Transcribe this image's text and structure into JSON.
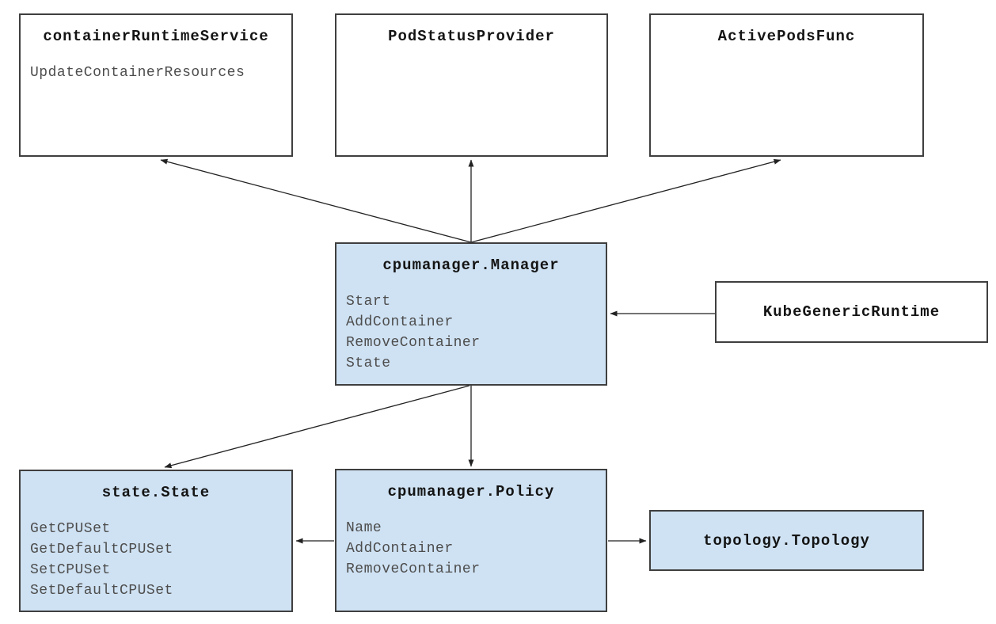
{
  "diagram": {
    "description": "cpumanager architecture diagram",
    "colors": {
      "node_fill_white": "#ffffff",
      "node_fill_blue": "#cfe2f3",
      "node_border": "#3f3f3f",
      "title_text": "#141414",
      "method_text": "#4d4d4d",
      "arrow": "#222222"
    },
    "nodes": [
      {
        "id": "containerRuntimeService",
        "title": "containerRuntimeService",
        "fill": "white",
        "methods": [
          "UpdateContainerResources"
        ]
      },
      {
        "id": "PodStatusProvider",
        "title": "PodStatusProvider",
        "fill": "white",
        "methods": []
      },
      {
        "id": "ActivePodsFunc",
        "title": "ActivePodsFunc",
        "fill": "white",
        "methods": []
      },
      {
        "id": "cpumanager.Manager",
        "title": "cpumanager.Manager",
        "fill": "blue",
        "methods": [
          "Start",
          "AddContainer",
          "RemoveContainer",
          "State"
        ]
      },
      {
        "id": "KubeGenericRuntime",
        "title": "KubeGenericRuntime",
        "fill": "white",
        "methods": []
      },
      {
        "id": "state.State",
        "title": "state.State",
        "fill": "blue",
        "methods": [
          "GetCPUSet",
          "GetDefaultCPUSet",
          "SetCPUSet",
          "SetDefaultCPUSet"
        ]
      },
      {
        "id": "cpumanager.Policy",
        "title": "cpumanager.Policy",
        "fill": "blue",
        "methods": [
          "Name",
          "AddContainer",
          "RemoveContainer"
        ]
      },
      {
        "id": "topology.Topology",
        "title": "topology.Topology",
        "fill": "blue",
        "methods": []
      }
    ],
    "edges": [
      {
        "from": "cpumanager.Manager",
        "to": "containerRuntimeService"
      },
      {
        "from": "cpumanager.Manager",
        "to": "PodStatusProvider"
      },
      {
        "from": "cpumanager.Manager",
        "to": "ActivePodsFunc"
      },
      {
        "from": "KubeGenericRuntime",
        "to": "cpumanager.Manager"
      },
      {
        "from": "cpumanager.Manager",
        "to": "state.State"
      },
      {
        "from": "cpumanager.Manager",
        "to": "cpumanager.Policy"
      },
      {
        "from": "cpumanager.Policy",
        "to": "state.State"
      },
      {
        "from": "cpumanager.Policy",
        "to": "topology.Topology"
      }
    ]
  }
}
